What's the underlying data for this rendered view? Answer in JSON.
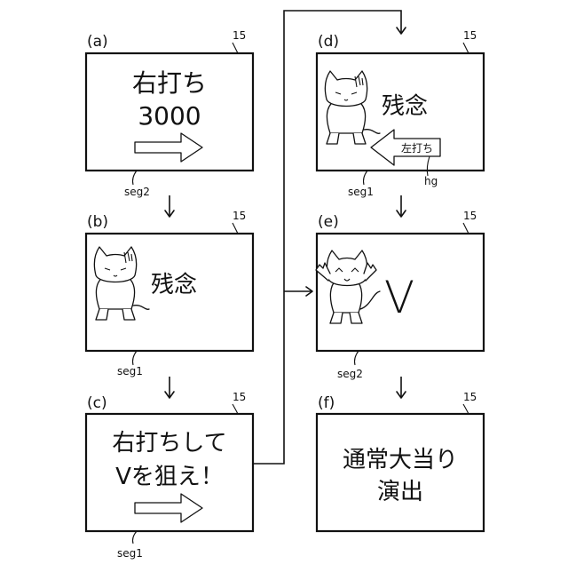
{
  "panels": {
    "a": {
      "label": "(a)",
      "ref": "15",
      "line1": "右打ち",
      "line2": "3000",
      "seg": "seg2"
    },
    "b": {
      "label": "(b)",
      "ref": "15",
      "text": "残念",
      "seg": "seg1"
    },
    "c": {
      "label": "(c)",
      "ref": "15",
      "line1": "右打ちして",
      "line2": "Vを狙え！",
      "seg": "seg1"
    },
    "d": {
      "label": "(d)",
      "ref": "15",
      "text": "残念",
      "arrow_text": "左打ち",
      "seg": "seg1",
      "hg": "hg"
    },
    "e": {
      "label": "(e)",
      "ref": "15",
      "text": "V",
      "seg": "seg2"
    },
    "f": {
      "label": "(f)",
      "ref": "15",
      "line1": "通常大当り",
      "line2": "演出"
    }
  }
}
